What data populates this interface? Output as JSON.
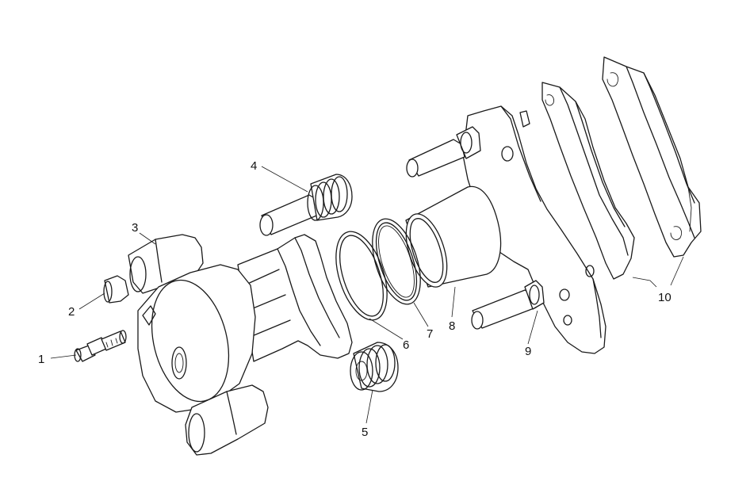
{
  "diagram": {
    "callouts": [
      {
        "id": "1",
        "label": "1"
      },
      {
        "id": "2",
        "label": "2"
      },
      {
        "id": "3",
        "label": "3"
      },
      {
        "id": "4",
        "label": "4"
      },
      {
        "id": "5",
        "label": "5"
      },
      {
        "id": "6",
        "label": "6"
      },
      {
        "id": "7",
        "label": "7"
      },
      {
        "id": "8",
        "label": "8"
      },
      {
        "id": "9",
        "label": "9"
      },
      {
        "id": "10",
        "label": "10"
      }
    ],
    "line_color": "#1a1a1a",
    "background": "#ffffff"
  }
}
